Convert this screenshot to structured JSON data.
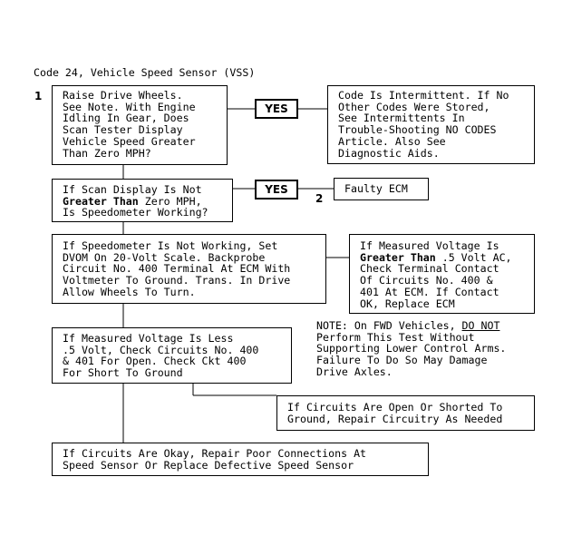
{
  "title": "Code 24, Vehicle Speed Sensor (VSS)",
  "steps": [
    {
      "number": "1",
      "lines": [
        "Raise Drive Wheels.",
        "See Note. With Engine",
        "Idling In Gear, Does",
        "Scan Tester Display",
        "Vehicle Speed Greater",
        "Than Zero MPH?"
      ]
    },
    {
      "number": "2",
      "line1": "If Scan Display Is Not",
      "line2_bold": "Greater Than",
      "line2_rest": " Zero MPH,",
      "line3": "Is Speedometer Working?"
    }
  ],
  "yes_labels": [
    "YES",
    "YES"
  ],
  "yes_results": [
    {
      "lines": [
        "Code Is Intermittent. If No",
        "Other Codes Were Stored,",
        "See Intermittents In",
        "Trouble-Shooting NO CODES",
        "Article. Also See",
        "Diagnostic Aids."
      ]
    },
    {
      "lines": [
        "Faulty ECM"
      ]
    }
  ],
  "speedometer_check": {
    "lines": [
      "If Speedometer Is Not Working, Set",
      "DVOM On 20-Volt Scale. Backprobe",
      "Circuit No. 400 Terminal At ECM With",
      "Voltmeter To Ground. Trans. In Drive",
      "Allow Wheels To Turn."
    ]
  },
  "greater_result": {
    "line1": "If Measured Voltage Is",
    "line2_bold": "Greater Than",
    "line2_rest": " .5 Volt AC,",
    "lines_rest": [
      "Check Terminal Contact",
      "Of Circuits No. 400 &",
      "401 At ECM. If Contact",
      "OK, Replace ECM"
    ]
  },
  "less_result": {
    "lines": [
      "If Measured Voltage Is Less",
      ".5 Volt, Check Circuits No. 400",
      "& 401 For Open. Check Ckt 400",
      "For Short To Ground"
    ]
  },
  "note": {
    "prefix": "NOTE: On FWD Vehicles, ",
    "underlined": "DO NOT",
    "lines_rest": [
      "Perform This Test Without",
      "Supporting Lower Control Arms.",
      "Failure To Do So May Damage",
      "Drive Axles."
    ]
  },
  "open_short_result": {
    "lines": [
      "If Circuits Are Open Or Shorted To",
      "Ground, Repair Circuitry As Needed"
    ]
  },
  "okay_result": {
    "lines": [
      "If Circuits Are Okay, Repair Poor Connections At",
      "Speed Sensor Or Replace Defective Speed Sensor"
    ]
  }
}
